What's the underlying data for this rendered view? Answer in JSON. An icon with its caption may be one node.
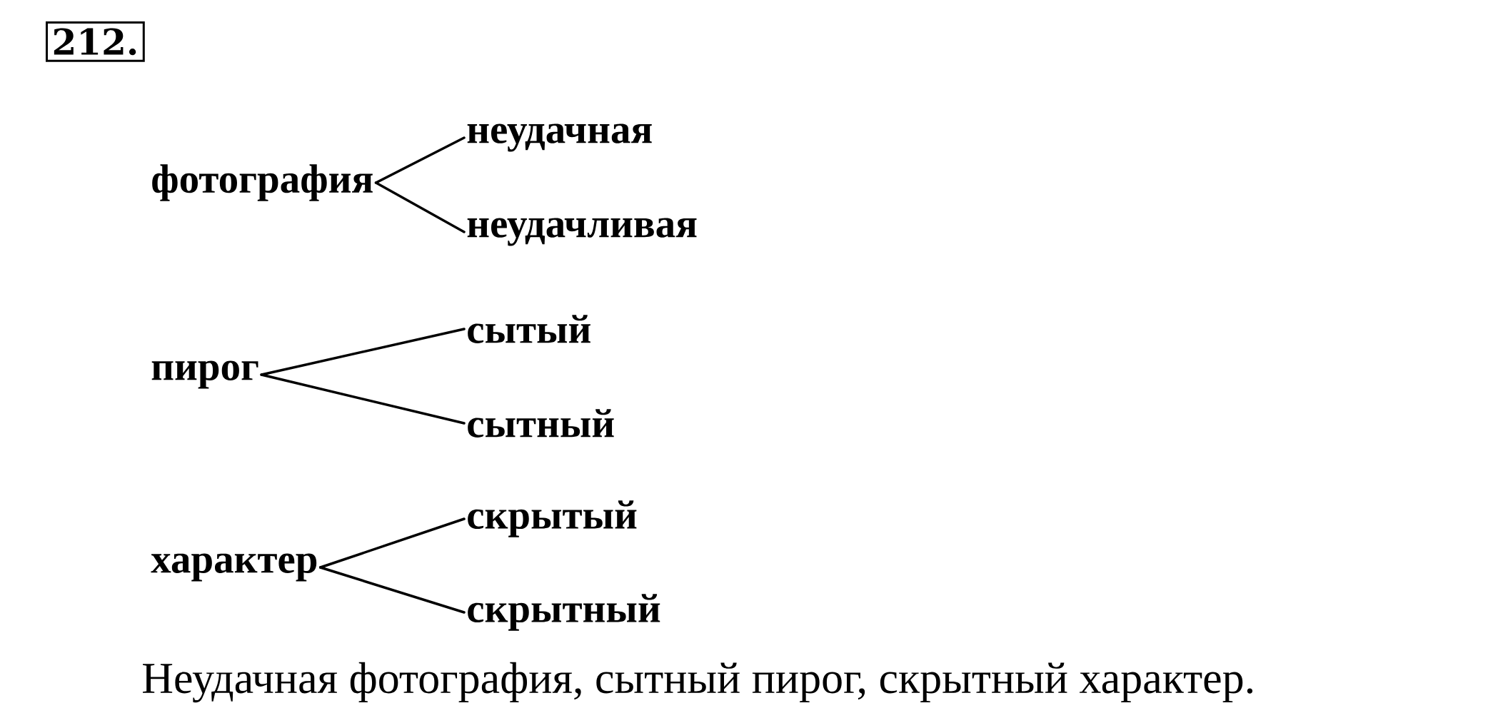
{
  "diagram": {
    "title": "212.",
    "nodes": [
      {
        "text": [
          "фотография"
        ]
      },
      {
        "text": [
          "неудачная"
        ]
      },
      {
        "text": [
          "неудачливая"
        ]
      },
      {
        "text": [
          "пирог"
        ]
      },
      {
        "text": [
          "сытый"
        ]
      },
      {
        "text": [
          "сытный"
        ]
      },
      {
        "text": [
          "характер"
        ]
      },
      {
        "text": [
          "скрытый"
        ]
      },
      {
        "text": [
          "скрытный"
        ]
      }
    ],
    "edges": [
      {
        "from": 0,
        "to": 1,
        "arrow": "none"
      },
      {
        "from": 0,
        "to": 2,
        "arrow": "none"
      },
      {
        "from": 3,
        "to": 4,
        "arrow": "none"
      },
      {
        "from": 3,
        "to": 5,
        "arrow": "none"
      },
      {
        "from": 6,
        "to": 7,
        "arrow": "none"
      },
      {
        "from": 6,
        "to": 8,
        "arrow": "none"
      }
    ],
    "labels": [
      "Неудачная фотография, сытный пирог, скрытный характер."
    ]
  }
}
